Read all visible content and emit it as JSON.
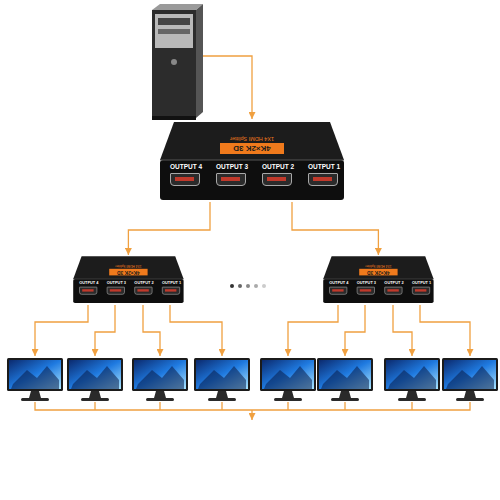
{
  "diagram": {
    "nodes": [
      {
        "text": [
          "4K×2K 3D",
          "1X4 HDMI Splitter",
          "OUTPUT 4",
          "OUTPUT 3",
          "OUTPUT 2",
          "OUTPUT 1"
        ]
      },
      {
        "text": [
          "4K×2K 3D",
          "1X4 HDMI Splitter",
          "OUTPUT 4",
          "OUTPUT 3",
          "OUTPUT 2",
          "OUTPUT 1"
        ]
      },
      {
        "text": [
          "4K×2K 3D",
          "1X4 HDMI Splitter",
          "OUTPUT 4",
          "OUTPUT 3",
          "OUTPUT 2",
          "OUTPUT 1"
        ]
      }
    ],
    "edges": [
      {
        "from": 0,
        "to": 1,
        "arrow": "to"
      },
      {
        "from": 0,
        "to": 2,
        "arrow": "to"
      }
    ]
  }
}
